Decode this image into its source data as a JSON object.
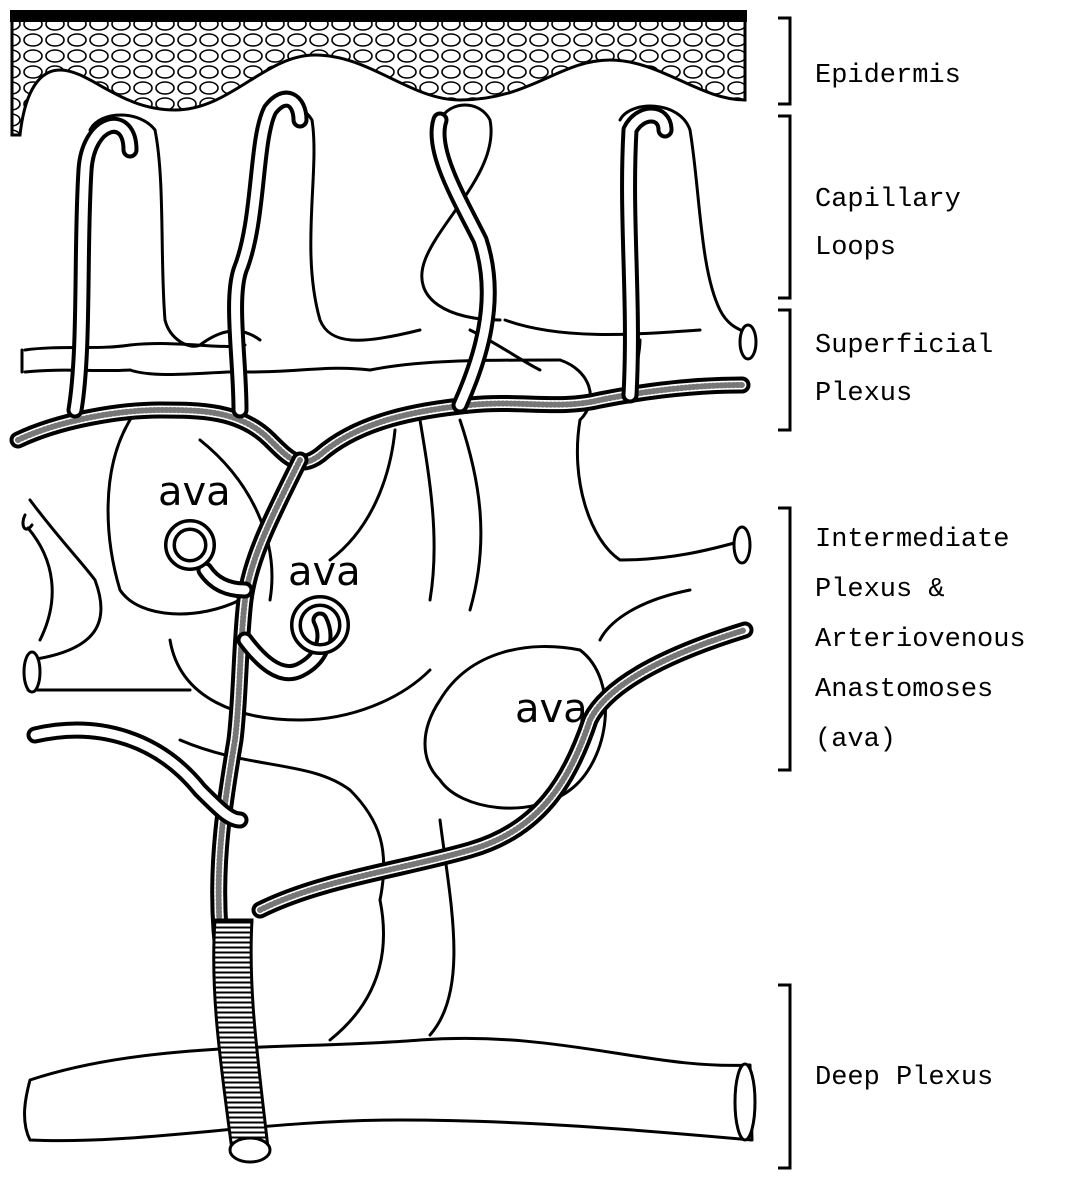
{
  "layers": {
    "epidermis": "Epidermis",
    "capillary_loops": [
      "Capillary",
      "Loops"
    ],
    "superficial_plexus": [
      "Superficial",
      "Plexus"
    ],
    "intermediate_plexus": [
      "Intermediate",
      "Plexus &",
      "Arteriovenous",
      "Anastomoses",
      "(ava)"
    ],
    "deep_plexus": "Deep Plexus"
  },
  "ava_labels": [
    "ava",
    "ava",
    "ava"
  ]
}
